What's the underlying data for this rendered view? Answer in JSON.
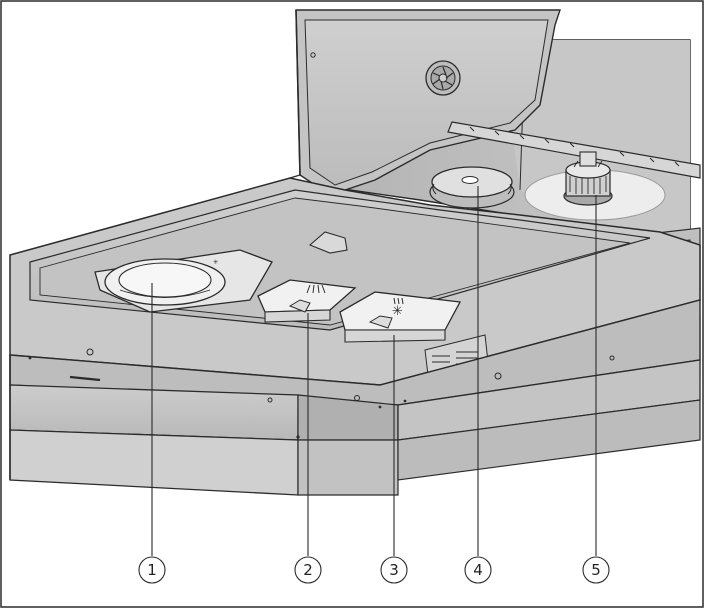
{
  "figure": {
    "subject": "dishwasher-door-open-with-dispensers",
    "colors": {
      "outline": "#2b2b2b",
      "panel_light": "#d7d7d7",
      "panel_mid": "#bdbdbd",
      "panel_dark": "#9a9a9a",
      "highlight": "#f2f2f2"
    }
  },
  "callouts": [
    {
      "label": "1"
    },
    {
      "label": "2"
    },
    {
      "label": "3"
    },
    {
      "label": "4"
    },
    {
      "label": "5"
    }
  ]
}
